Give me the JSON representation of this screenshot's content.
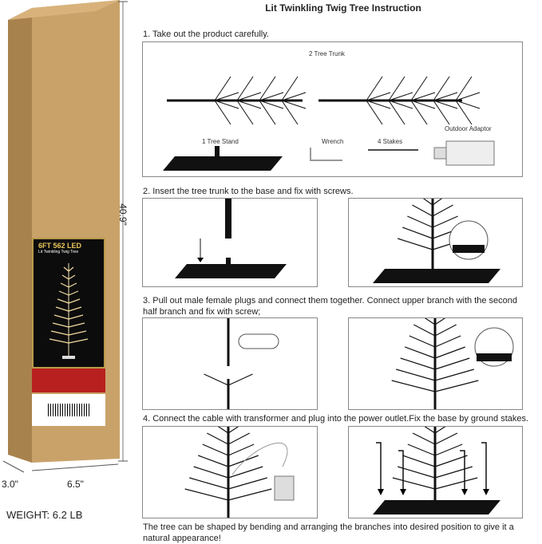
{
  "title": "Lit Twinkling Twig Tree Instruction",
  "box": {
    "headline": "6FT 562 LED",
    "subtitle": "Lit Twinkling Twig Tree"
  },
  "dimensions": {
    "height": "40.9\"",
    "depth": "3.0\"",
    "width": "6.5\"",
    "weight": "WEIGHT: 6.2 LB"
  },
  "steps": [
    {
      "text": "1. Take out the product carefully.",
      "labels": {
        "trunk": "2 Tree Trunk",
        "stand": "1 Tree Stand",
        "wrench": "Wrench",
        "stakes": "4 Stakes",
        "adaptor": "Outdoor Adaptor"
      }
    },
    {
      "text": "2. Insert the tree trunk  to the base and fix with screws."
    },
    {
      "text": "3. Pull out male female plugs and connect them together. Connect upper branch with the second half branch and fix with screw;"
    },
    {
      "text": "4. Connect the cable with transformer and plug into the power outlet.Fix the base by ground stakes."
    }
  ],
  "footer": "The tree can be shaped by bending and arranging the branches into desired position to give it a natural appearance!",
  "colors": {
    "box": "#c9a26a",
    "box_dark": "#a8824c",
    "label_red": "#b8201f",
    "tree": "#111111"
  }
}
